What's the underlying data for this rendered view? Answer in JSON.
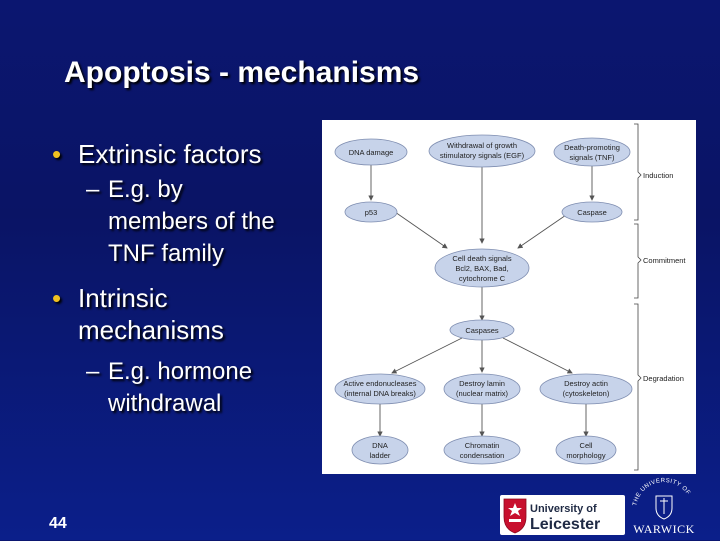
{
  "slide": {
    "title": "Apoptosis - mechanisms",
    "number": "44",
    "bullets": [
      {
        "text": "Extrinsic factors",
        "sub": [
          "E.g. by",
          "members of the",
          "TNF family"
        ]
      },
      {
        "text_lines": [
          "Intrinsic",
          "mechanisms"
        ],
        "sub": [
          "E.g. hormone",
          "withdrawal"
        ]
      }
    ],
    "bullet_char": "•",
    "sub_dash": "–"
  },
  "diagram": {
    "nodes": {
      "dna_damage": "DNA damage",
      "withdrawal": [
        "Withdrawal of growth",
        "stimulatory signals (EGF)"
      ],
      "death_promoting": [
        "Death-promoting",
        "signals (TNF)"
      ],
      "p53": "p53",
      "caspase": "Caspase",
      "cell_death": [
        "Cell death signals",
        "Bcl2, BAX, Bad,",
        "cytochrome C"
      ],
      "caspases": "Caspases",
      "endonucleases": [
        "Active endonucleases",
        "(internal DNA breaks)"
      ],
      "lamin": [
        "Destroy lamin",
        "(nuclear matrix)"
      ],
      "actin": [
        "Destroy actin",
        "(cytoskeleton)"
      ],
      "dna_ladder": [
        "DNA",
        "ladder"
      ],
      "chromatin": [
        "Chromatin",
        "condensation"
      ],
      "morphology": [
        "Cell",
        "morphology"
      ]
    },
    "phases": [
      "Induction",
      "Commitment",
      "Degradation"
    ],
    "colors": {
      "node_fill": "#c7d3ea",
      "node_stroke": "#7e8db0",
      "arrow": "#555555"
    }
  },
  "logos": {
    "leicester_line1": "University of",
    "leicester_line2": "Leicester",
    "warwick": "WARWICK",
    "warwick_arc": "THE UNIVERSITY OF"
  },
  "colors": {
    "background": "#0b1670",
    "bullet": "#f0c020",
    "text": "#ffffff"
  }
}
